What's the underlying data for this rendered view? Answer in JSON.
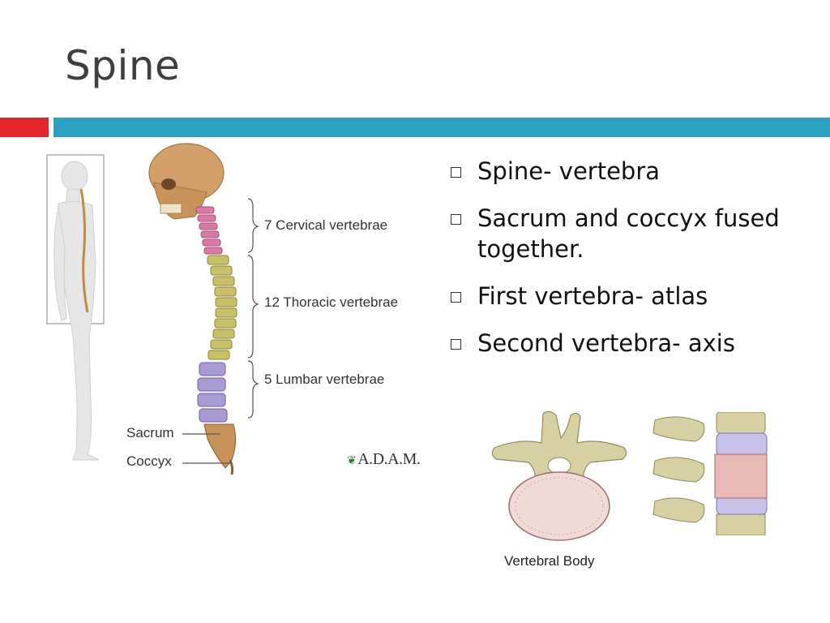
{
  "slide": {
    "title": "Spine"
  },
  "figure": {
    "labels": {
      "cervical": "7 Cervical vertebrae",
      "thoracic": "12 Thoracic vertebrae",
      "lumbar": "5 Lumbar vertebrae",
      "sacrum": "Sacrum",
      "coccyx": "Coccyx"
    },
    "brand": "A.D.A.M.",
    "colors": {
      "skull": "#d4a06a",
      "cervical": "#d97aa6",
      "thoracic": "#c9c06a",
      "lumbar": "#a99ad4",
      "sacrum": "#c8935a"
    }
  },
  "bullets": [
    "Spine- vertebra",
    "Sacrum and coccyx fused together.",
    "First vertebra- atlas",
    "Second vertebra- axis"
  ],
  "vertebra_caption": "Vertebral Body",
  "theme": {
    "accent_red": "#e0262a",
    "accent_teal": "#2ba1c2"
  }
}
